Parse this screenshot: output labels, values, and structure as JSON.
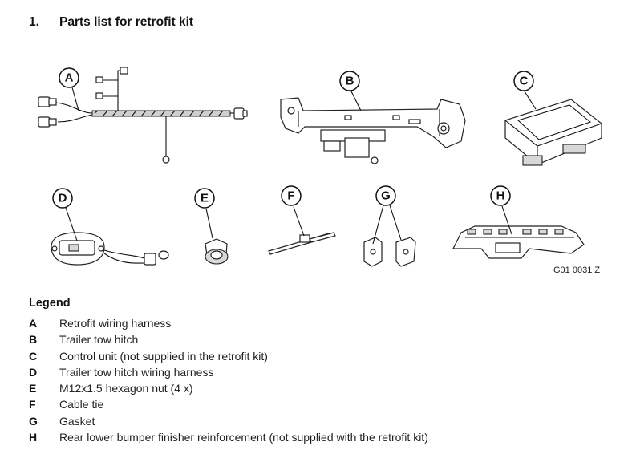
{
  "heading": {
    "number": "1.",
    "title": "Parts list for retrofit kit"
  },
  "figure_id": "G01 0031 Z",
  "callouts": [
    "A",
    "B",
    "C",
    "D",
    "E",
    "F",
    "G",
    "H"
  ],
  "legend": {
    "title": "Legend",
    "items": [
      {
        "key": "A",
        "text": "Retrofit wiring harness"
      },
      {
        "key": "B",
        "text": "Trailer tow hitch"
      },
      {
        "key": "C",
        "text": "Control unit (not supplied in the retrofit kit)"
      },
      {
        "key": "D",
        "text": "Trailer tow hitch wiring harness"
      },
      {
        "key": "E",
        "text": "M12x1.5 hexagon nut (4 x)"
      },
      {
        "key": "F",
        "text": "Cable tie"
      },
      {
        "key": "G",
        "text": "Gasket"
      },
      {
        "key": "H",
        "text": "Rear lower bumper finisher reinforcement (not supplied with the retrofit kit)"
      }
    ]
  }
}
